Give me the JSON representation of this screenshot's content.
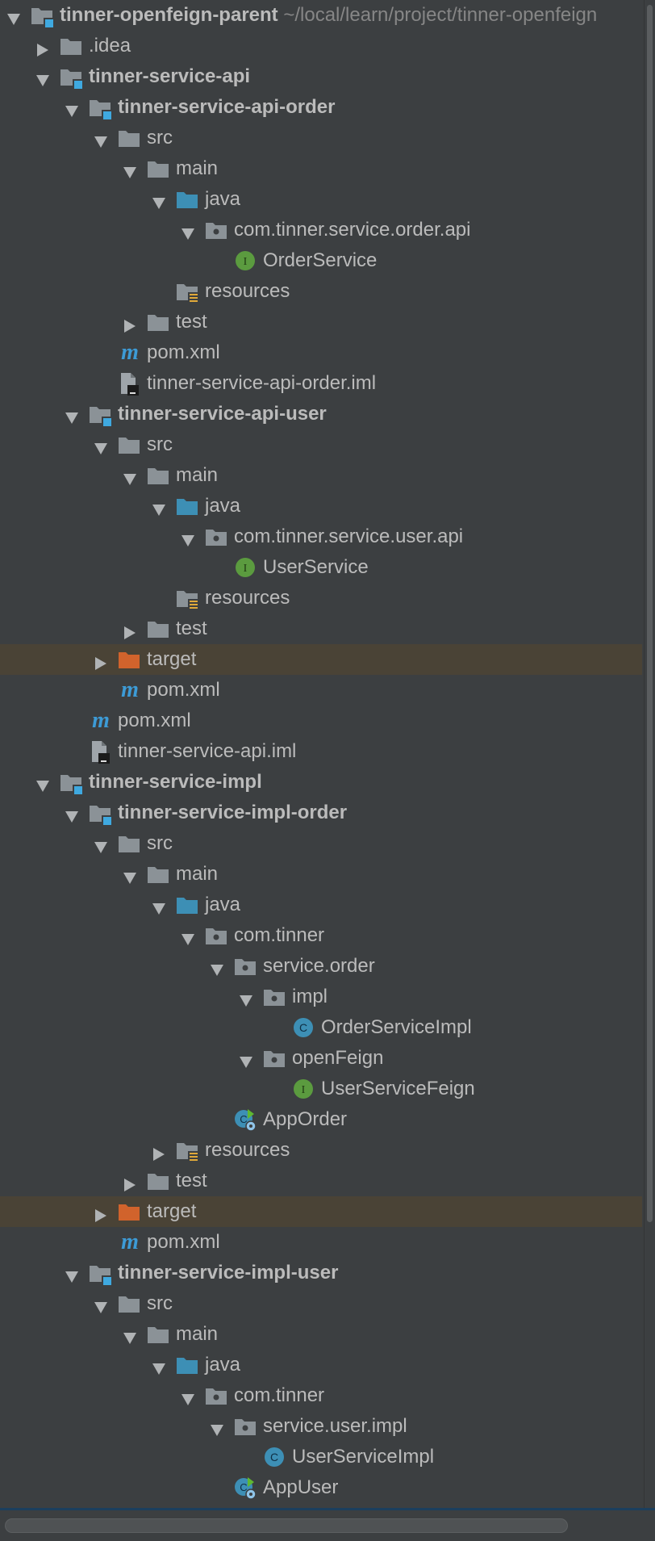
{
  "tree": [
    {
      "label": "tinner-openfeign-parent",
      "suffix": "~/local/learn/project/tinner-openfeign",
      "depth": 0,
      "icon": "module",
      "bold": true,
      "expanded": true
    },
    {
      "label": ".idea",
      "depth": 1,
      "icon": "folder",
      "expanded": false
    },
    {
      "label": "tinner-service-api",
      "depth": 1,
      "icon": "module",
      "bold": true,
      "expanded": true
    },
    {
      "label": "tinner-service-api-order",
      "depth": 2,
      "icon": "module",
      "bold": true,
      "expanded": true
    },
    {
      "label": "src",
      "depth": 3,
      "icon": "folder",
      "expanded": true
    },
    {
      "label": "main",
      "depth": 4,
      "icon": "folder",
      "expanded": true
    },
    {
      "label": "java",
      "depth": 5,
      "icon": "source-folder",
      "expanded": true
    },
    {
      "label": "com.tinner.service.order.api",
      "depth": 6,
      "icon": "package",
      "expanded": true
    },
    {
      "label": "OrderService",
      "depth": 7,
      "icon": "interface"
    },
    {
      "label": "resources",
      "depth": 5,
      "icon": "resources-folder"
    },
    {
      "label": "test",
      "depth": 4,
      "icon": "folder",
      "expanded": false
    },
    {
      "label": "pom.xml",
      "depth": 3,
      "icon": "maven"
    },
    {
      "label": "tinner-service-api-order.iml",
      "depth": 3,
      "icon": "iml-file"
    },
    {
      "label": "tinner-service-api-user",
      "depth": 2,
      "icon": "module",
      "bold": true,
      "expanded": true
    },
    {
      "label": "src",
      "depth": 3,
      "icon": "folder",
      "expanded": true
    },
    {
      "label": "main",
      "depth": 4,
      "icon": "folder",
      "expanded": true
    },
    {
      "label": "java",
      "depth": 5,
      "icon": "source-folder",
      "expanded": true
    },
    {
      "label": "com.tinner.service.user.api",
      "depth": 6,
      "icon": "package",
      "expanded": true
    },
    {
      "label": "UserService",
      "depth": 7,
      "icon": "interface"
    },
    {
      "label": "resources",
      "depth": 5,
      "icon": "resources-folder"
    },
    {
      "label": "test",
      "depth": 4,
      "icon": "folder",
      "expanded": false
    },
    {
      "label": "target",
      "depth": 3,
      "icon": "target-folder",
      "expanded": false,
      "selected": true
    },
    {
      "label": "pom.xml",
      "depth": 3,
      "icon": "maven"
    },
    {
      "label": "pom.xml",
      "depth": 2,
      "icon": "maven"
    },
    {
      "label": "tinner-service-api.iml",
      "depth": 2,
      "icon": "iml-file"
    },
    {
      "label": "tinner-service-impl",
      "depth": 1,
      "icon": "module",
      "bold": true,
      "expanded": true
    },
    {
      "label": "tinner-service-impl-order",
      "depth": 2,
      "icon": "module",
      "bold": true,
      "expanded": true
    },
    {
      "label": "src",
      "depth": 3,
      "icon": "folder",
      "expanded": true
    },
    {
      "label": "main",
      "depth": 4,
      "icon": "folder",
      "expanded": true
    },
    {
      "label": "java",
      "depth": 5,
      "icon": "source-folder",
      "expanded": true
    },
    {
      "label": "com.tinner",
      "depth": 6,
      "icon": "package",
      "expanded": true
    },
    {
      "label": "service.order",
      "depth": 7,
      "icon": "package",
      "expanded": true
    },
    {
      "label": "impl",
      "depth": 8,
      "icon": "package",
      "expanded": true
    },
    {
      "label": "OrderServiceImpl",
      "depth": 9,
      "icon": "class"
    },
    {
      "label": "openFeign",
      "depth": 8,
      "icon": "package",
      "expanded": true
    },
    {
      "label": "UserServiceFeign",
      "depth": 9,
      "icon": "interface"
    },
    {
      "label": "AppOrder",
      "depth": 7,
      "icon": "spring-boot-class"
    },
    {
      "label": "resources",
      "depth": 5,
      "icon": "resources-folder",
      "expanded": false
    },
    {
      "label": "test",
      "depth": 4,
      "icon": "folder",
      "expanded": false
    },
    {
      "label": "target",
      "depth": 3,
      "icon": "target-folder",
      "expanded": false,
      "selected": true
    },
    {
      "label": "pom.xml",
      "depth": 3,
      "icon": "maven"
    },
    {
      "label": "tinner-service-impl-user",
      "depth": 2,
      "icon": "module",
      "bold": true,
      "expanded": true
    },
    {
      "label": "src",
      "depth": 3,
      "icon": "folder",
      "expanded": true
    },
    {
      "label": "main",
      "depth": 4,
      "icon": "folder",
      "expanded": true
    },
    {
      "label": "java",
      "depth": 5,
      "icon": "source-folder",
      "expanded": true
    },
    {
      "label": "com.tinner",
      "depth": 6,
      "icon": "package",
      "expanded": true
    },
    {
      "label": "service.user.impl",
      "depth": 7,
      "icon": "package",
      "expanded": true
    },
    {
      "label": "UserServiceImpl",
      "depth": 8,
      "icon": "class"
    },
    {
      "label": "AppUser",
      "depth": 7,
      "icon": "spring-boot-class"
    }
  ],
  "colors": {
    "background": "#3c3f41",
    "text": "#bbbbbb",
    "selected_row": "#4a4336",
    "folder": "#8b9297",
    "source_folder": "#3d8fb5",
    "target_folder": "#d1632c",
    "interface": "#5b9b3f",
    "class": "#3d8fb5",
    "maven": "#3d9bd6"
  }
}
